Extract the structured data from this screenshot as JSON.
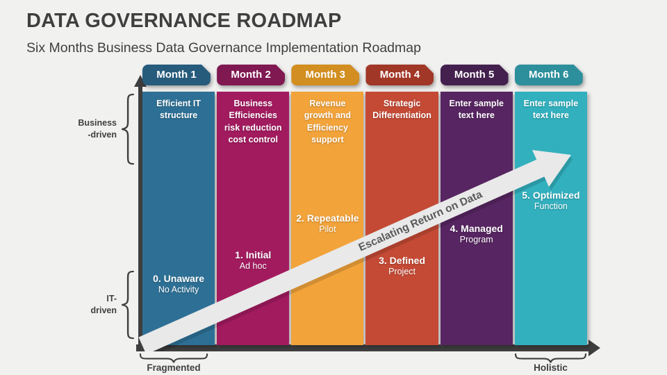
{
  "slide": {
    "title": "DATA GOVERNANCE ROADMAP",
    "subtitle": "Six Months Business Data Governance Implementation Roadmap"
  },
  "colors": {
    "background": "#F1F1F0",
    "axis": "#3E3E3E",
    "heading_text": "#3F3F3F",
    "arrow_band": "#E9E9E9",
    "arrow_text": "#595959"
  },
  "arrow": {
    "label": "Escalating Return on Data"
  },
  "axes": {
    "left_top_label_lines": [
      "Business",
      "-driven"
    ],
    "left_bottom_label_lines": [
      "IT-",
      "driven"
    ],
    "bottom_left_label": "Fragmented",
    "bottom_right_label": "Holistic"
  },
  "columns": [
    {
      "month": "Month 1",
      "header_color": "#265B7C",
      "body_color": "#2E7095",
      "description": "Efficient IT structure",
      "stage": "0. Unaware",
      "stage_detail": "No Activity"
    },
    {
      "month": "Month 2",
      "header_color": "#801852",
      "body_color": "#A21B5F",
      "description": "Business Efficiencies risk reduction cost control",
      "stage": "1. Initial",
      "stage_detail": "Ad hoc"
    },
    {
      "month": "Month 3",
      "header_color": "#D28E20",
      "body_color": "#F2A33A",
      "description": "Revenue growth and Efficiency support",
      "stage": "2. Repeatable",
      "stage_detail": "Pilot"
    },
    {
      "month": "Month 4",
      "header_color": "#A13727",
      "body_color": "#C44A35",
      "description": "Strategic Differentiation",
      "stage": "3. Defined",
      "stage_detail": "Project"
    },
    {
      "month": "Month 5",
      "header_color": "#44204E",
      "body_color": "#572561",
      "description": "Enter sample text here",
      "stage": "4. Managed",
      "stage_detail": "Program"
    },
    {
      "month": "Month 6",
      "header_color": "#2D8F9C",
      "body_color": "#32B0BE",
      "description": "Enter sample text here",
      "stage": "5. Optimized",
      "stage_detail": "Function"
    }
  ]
}
